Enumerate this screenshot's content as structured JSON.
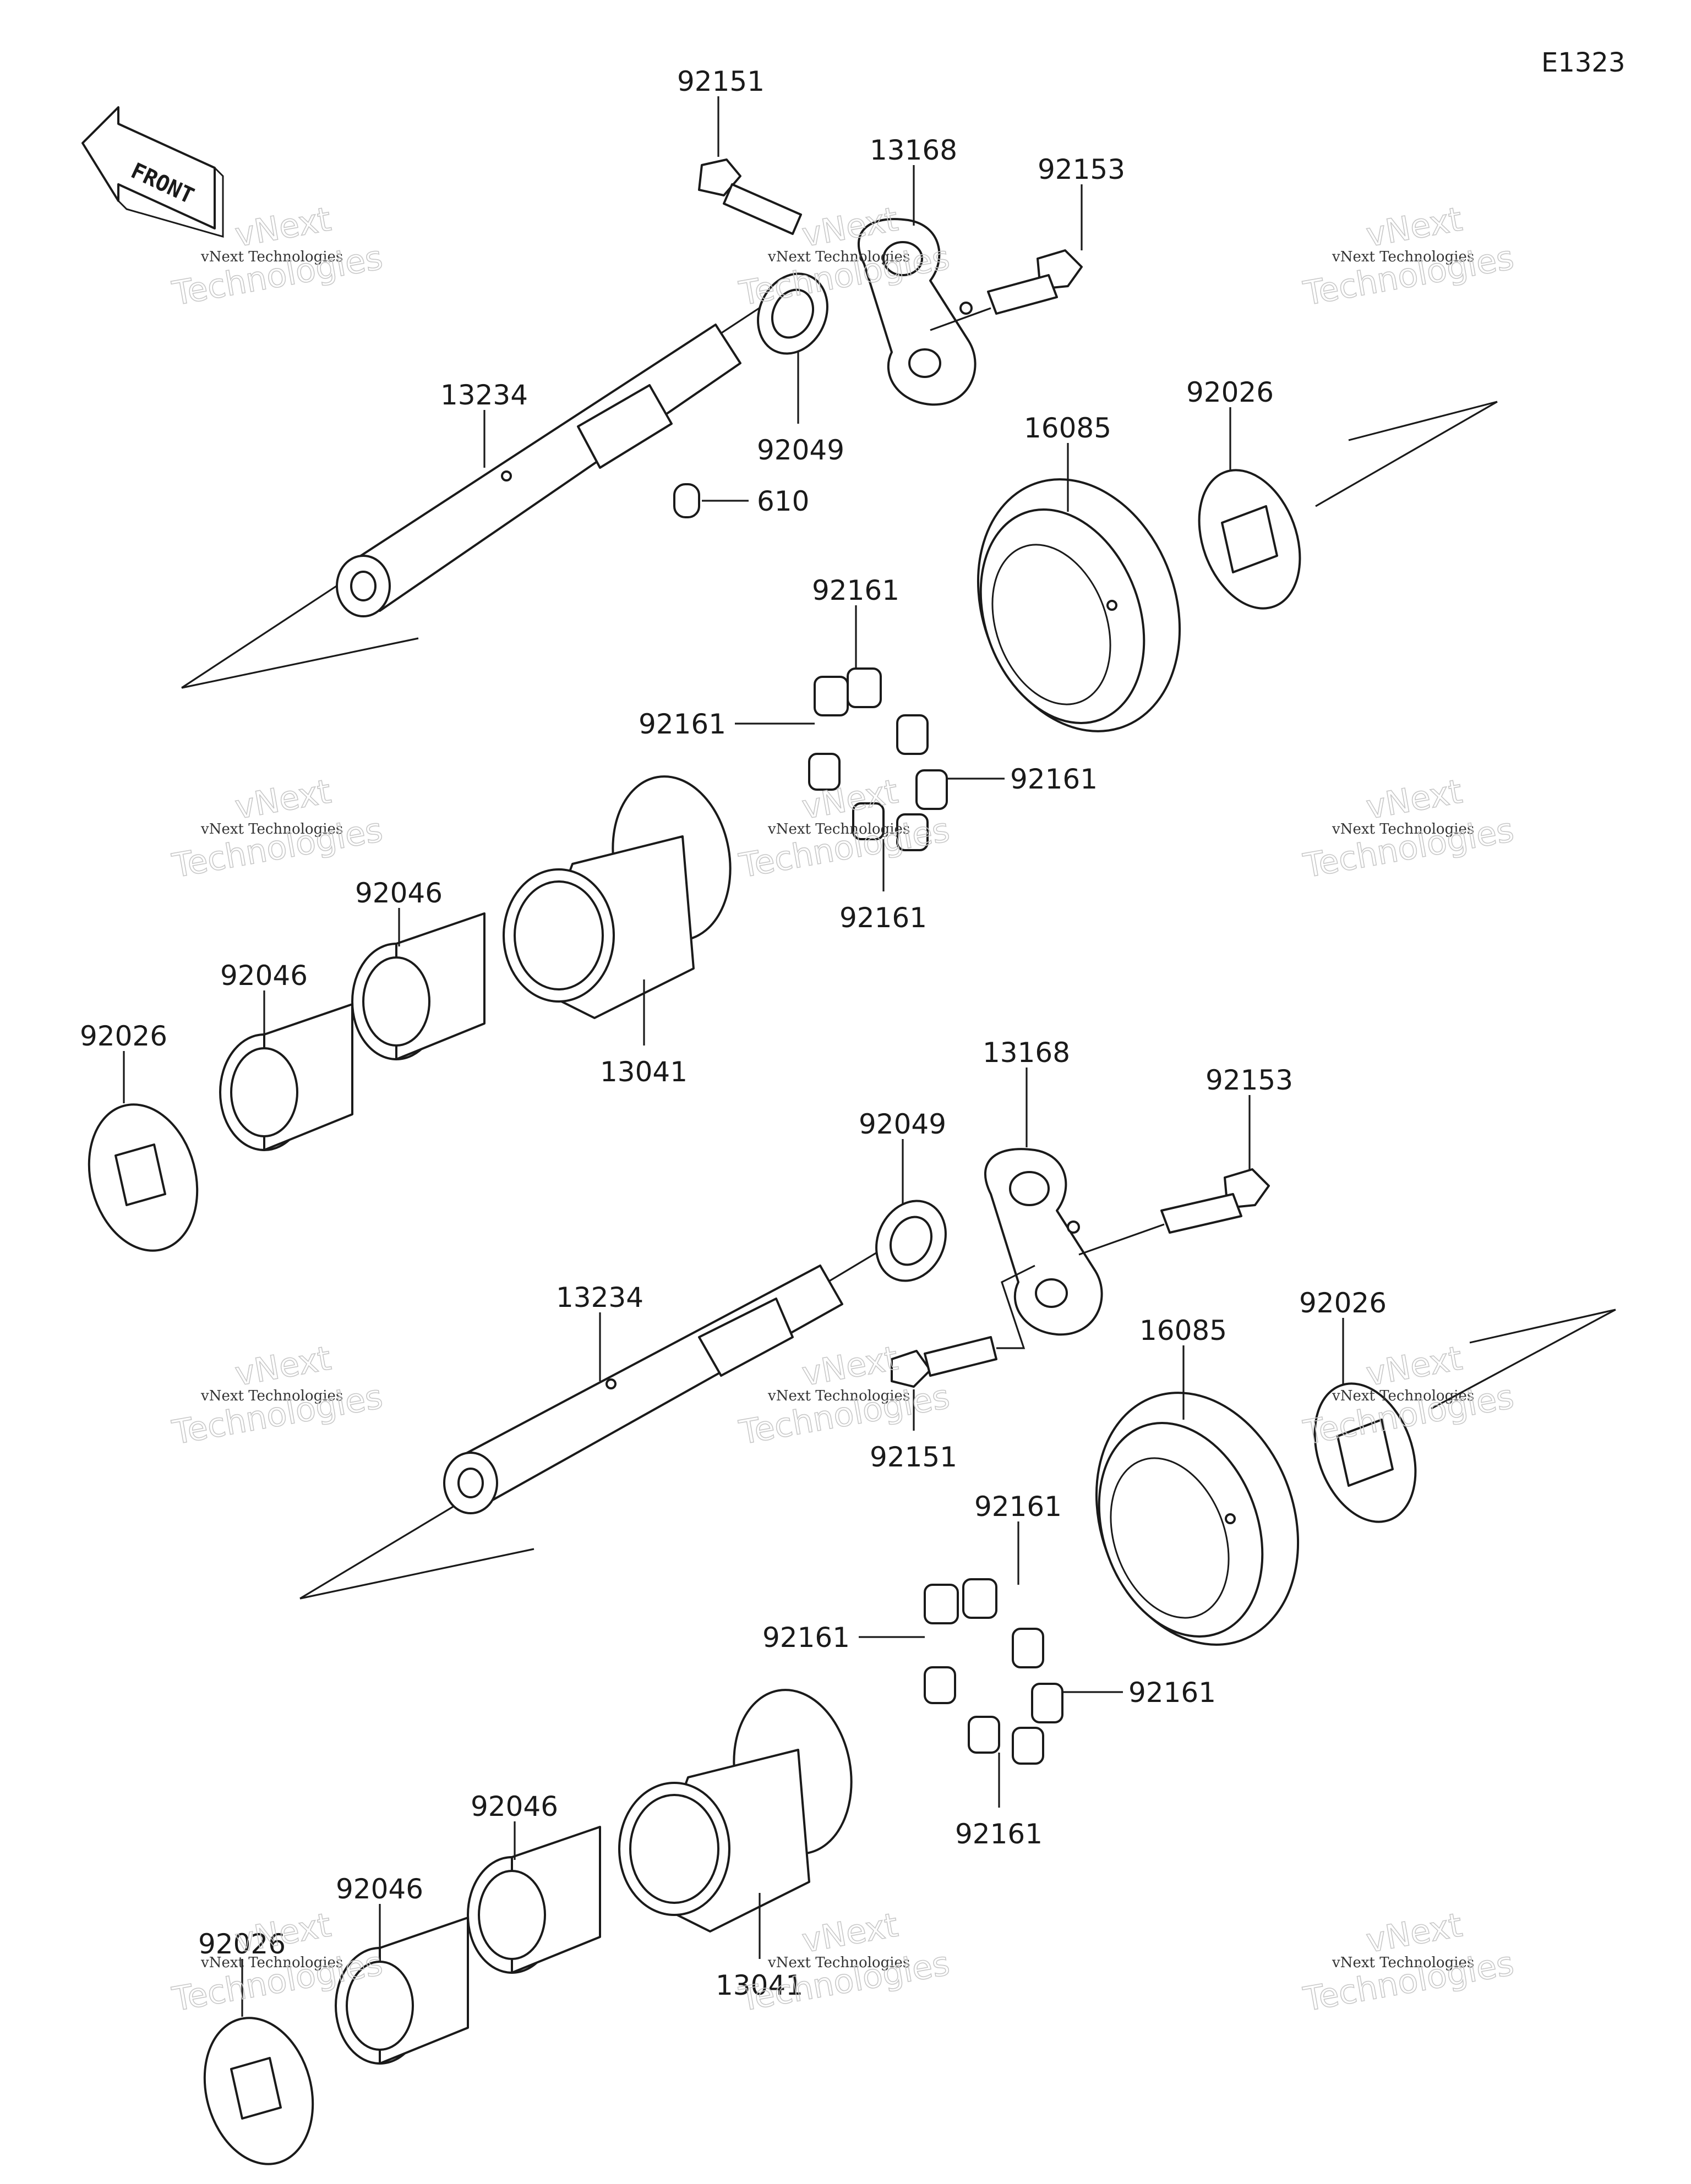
{
  "diagram_code": "E1323",
  "front_label": "FRONT",
  "watermark": {
    "line1": "vNext Technologies",
    "big_top": "vNext",
    "big_bottom": "Technologies"
  },
  "callouts": {
    "upper": {
      "bolt_a": "92151",
      "arm": "13168",
      "bolt_b": "92153",
      "shaft": "13234",
      "seal": "92049",
      "pin": "610",
      "gear": "16085",
      "washer_right": "92026",
      "rollers_top": "92161",
      "rollers_left": "92161",
      "rollers_right": "92161",
      "rollers_bottom": "92161",
      "bearing_a": "92046",
      "bearing_b": "92046",
      "washer_left": "92026",
      "hub": "13041"
    },
    "lower": {
      "arm": "13168",
      "bolt_b": "92153",
      "seal": "92049",
      "shaft": "13234",
      "bolt_a": "92151",
      "gear": "16085",
      "washer_right": "92026",
      "rollers_top": "92161",
      "rollers_left": "92161",
      "rollers_right": "92161",
      "rollers_bottom": "92161",
      "bearing_a": "92046",
      "bearing_b": "92046",
      "washer_left": "92026",
      "hub": "13041"
    }
  }
}
